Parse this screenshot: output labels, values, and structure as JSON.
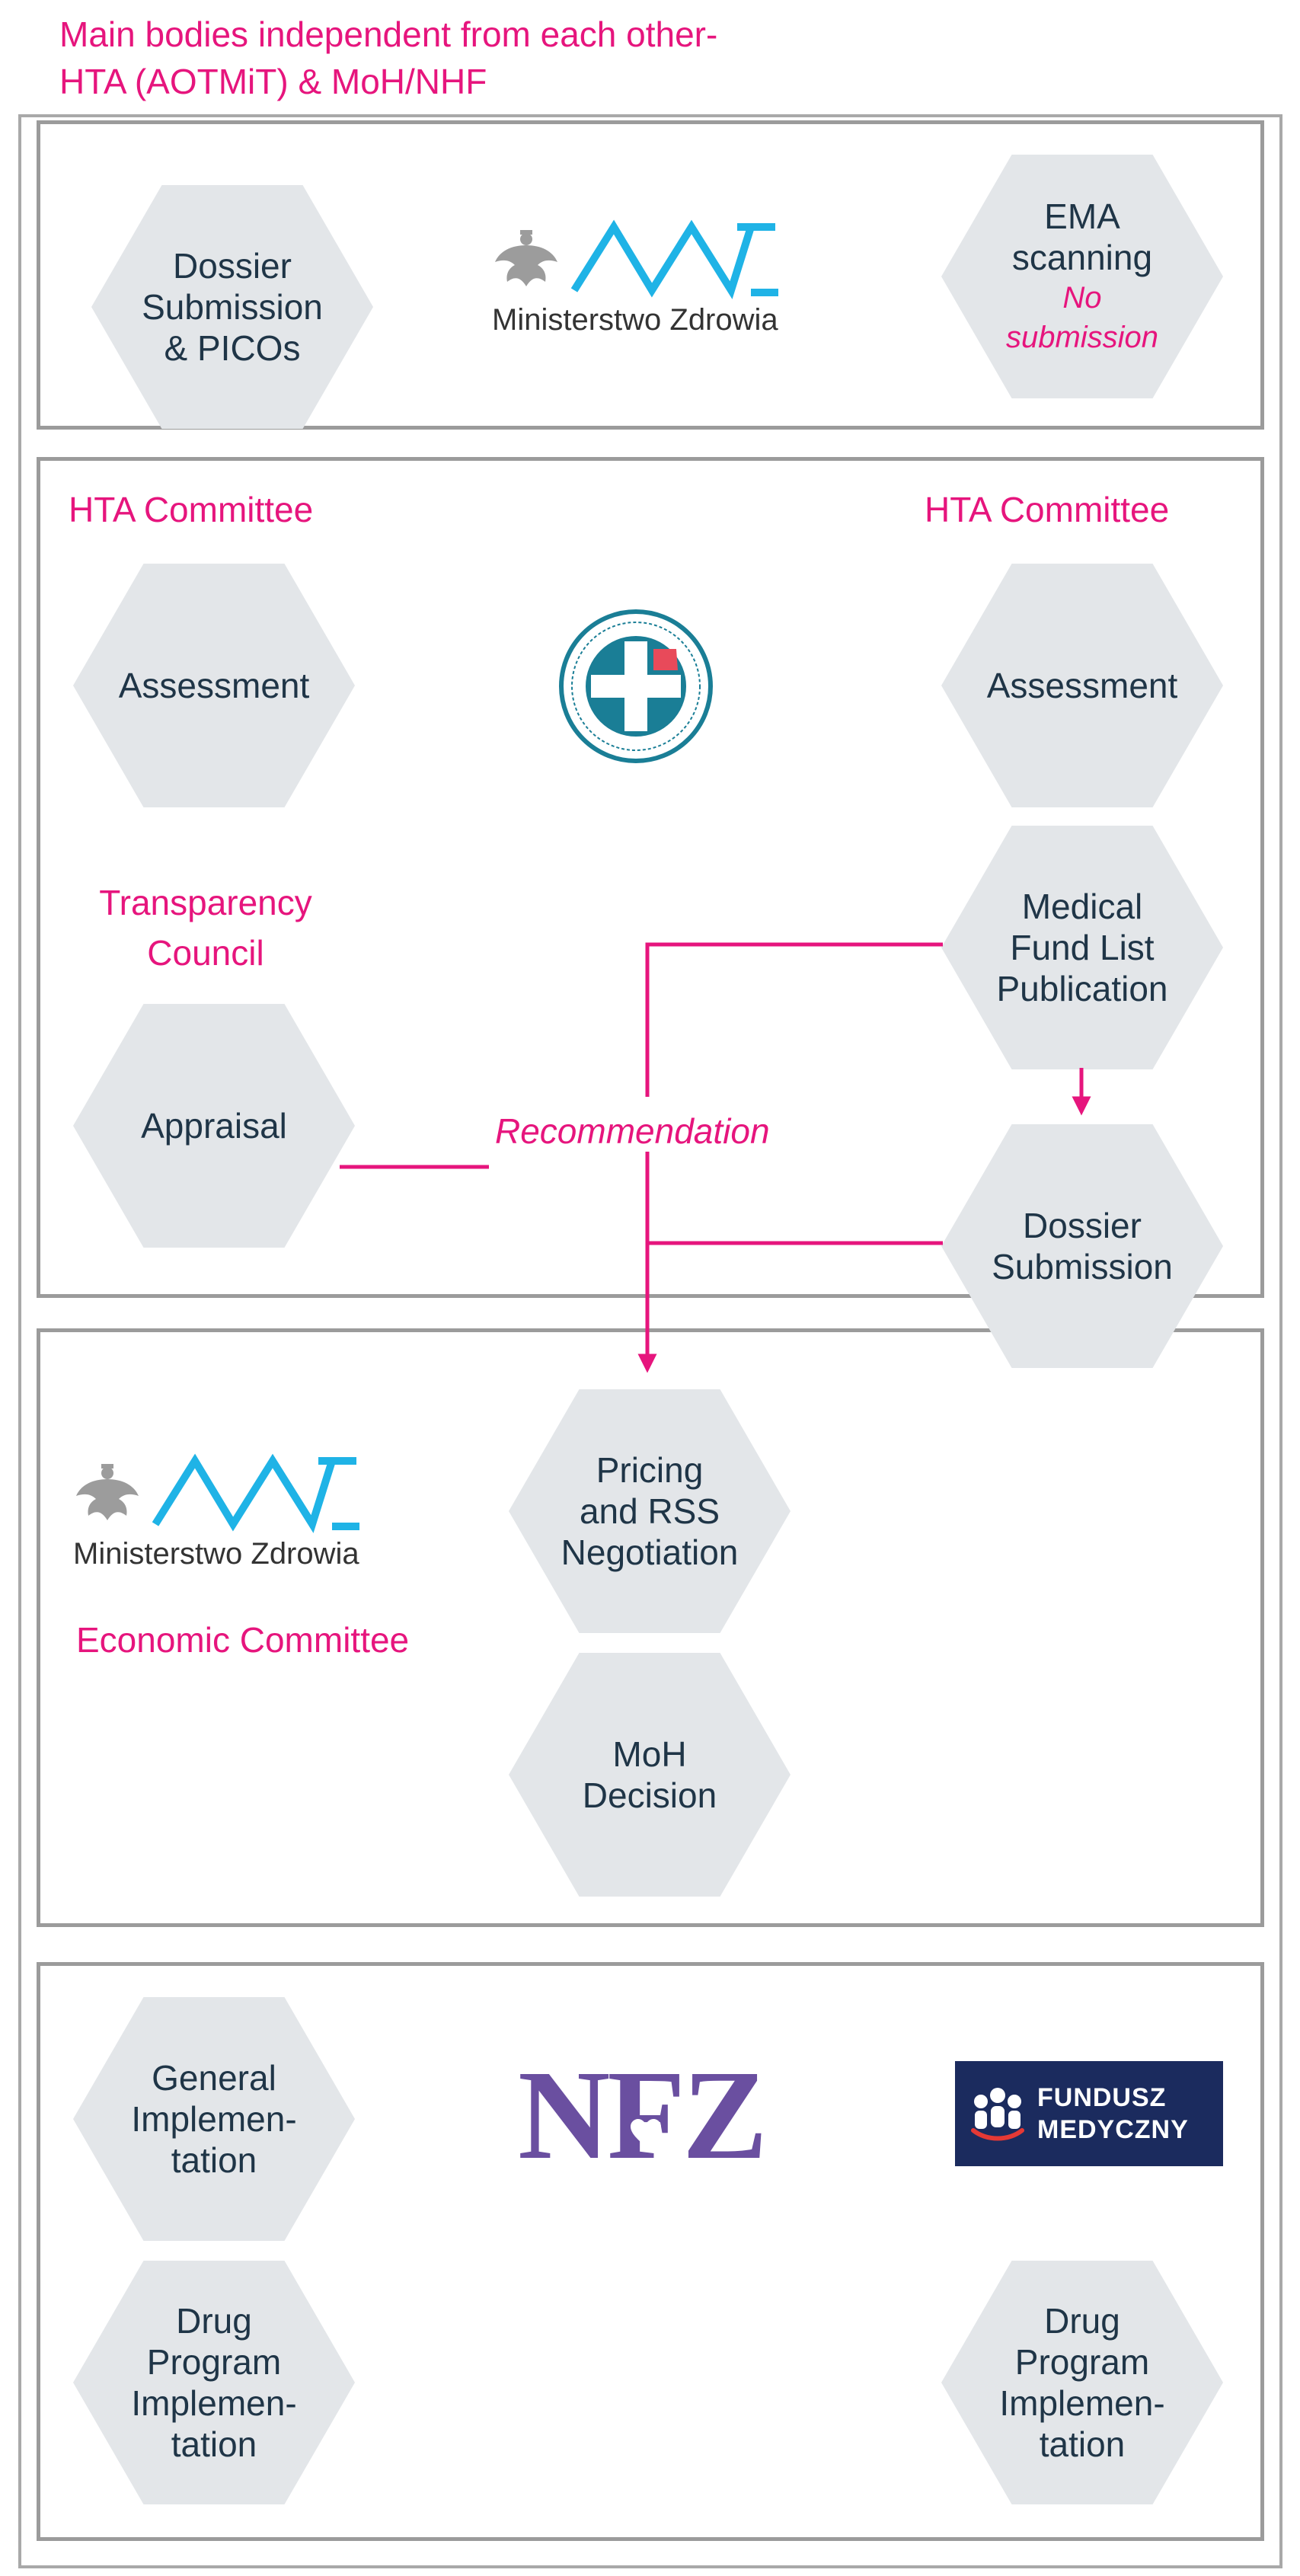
{
  "heading": {
    "line1": "Main bodies independent from each other-",
    "line2": "HTA (AOTMiT) & MoH/NHF"
  },
  "colors": {
    "accent": "#e6157d",
    "hex_fill": "#e3e6e9",
    "hex_text": "#1f3547",
    "panel_border": "#9b9b9b",
    "moh_blue": "#1fb3e6",
    "nfz_purple": "#6a4fa0",
    "fm_navy": "#1b2b5e",
    "aotmit_teal": "#1a7e96"
  },
  "panel1": {
    "dossier": {
      "line1": "Dossier",
      "line2": "Submission",
      "line3": "& PICOs"
    },
    "moh_logo": {
      "icon": "eagle-emblem-icon",
      "text": "Ministerstwo Zdrowia"
    },
    "ema": {
      "line1": "EMA",
      "line2": "scanning",
      "sub1": "No",
      "sub2": "submission"
    }
  },
  "panel2": {
    "hta_left": "HTA Committee",
    "hta_right": "HTA Committee",
    "assessment_left": "Assessment",
    "assessment_right": "Assessment",
    "aotmit_logo": {
      "icon": "aotmit-cross-icon"
    },
    "transparency": {
      "line1": "Transparency",
      "line2": "Council"
    },
    "appraisal": "Appraisal",
    "recommendation": "Recommendation",
    "medical_fund": {
      "line1": "Medical",
      "line2": "Fund List",
      "line3": "Publication"
    },
    "dossier_submission": {
      "line1": "Dossier",
      "line2": "Submission"
    }
  },
  "panel3": {
    "moh_logo": {
      "icon": "eagle-emblem-icon",
      "text": "Ministerstwo Zdrowia"
    },
    "economic_committee": "Economic Committee",
    "pricing": {
      "line1": "Pricing",
      "line2": "and RSS",
      "line3": "Negotiation"
    },
    "moh_decision": {
      "line1": "MoH",
      "line2": "Decision"
    }
  },
  "panel4": {
    "general_impl": {
      "line1": "General",
      "line2": "Implemen-",
      "line3": "tation"
    },
    "nfz_logo": {
      "text": "NFZ",
      "icon": "heart-icon"
    },
    "fm_logo": {
      "line1": "FUNDUSZ",
      "line2": "MEDYCZNY",
      "icon": "people-icon"
    },
    "drug_left": {
      "line1": "Drug",
      "line2": "Program",
      "line3": "Implemen-",
      "line4": "tation"
    },
    "drug_right": {
      "line1": "Drug",
      "line2": "Program",
      "line3": "Implemen-",
      "line4": "tation"
    }
  }
}
